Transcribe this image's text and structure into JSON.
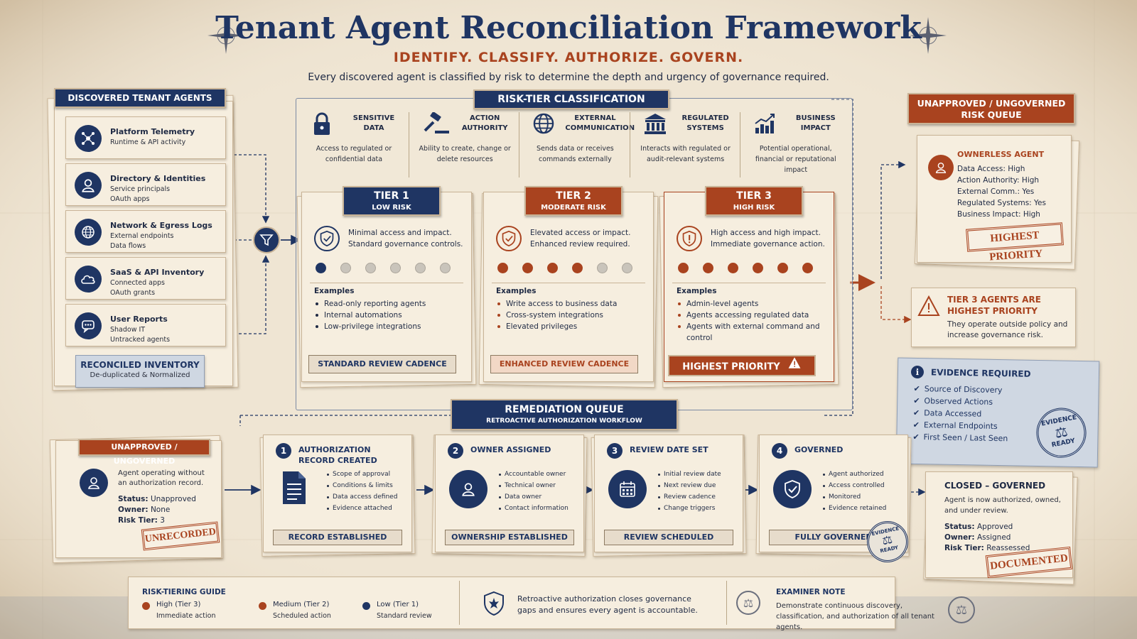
{
  "header": {
    "title": "Tenant Agent Reconciliation Framework",
    "subtitle": "IDENTIFY. CLASSIFY. AUTHORIZE. GOVERN.",
    "description": "Every discovered agent is classified by risk to determine the depth and urgency of governance required."
  },
  "discovered": {
    "header": "DISCOVERED TENANT AGENTS",
    "sources": [
      {
        "title": "Platform Telemetry",
        "lines": [
          "Runtime & API activity"
        ],
        "icon": "network-nodes-icon"
      },
      {
        "title": "Directory & Identities",
        "lines": [
          "Service principals",
          "OAuth apps"
        ],
        "icon": "person-icon"
      },
      {
        "title": "Network & Egress Logs",
        "lines": [
          "External endpoints",
          "Data flows"
        ],
        "icon": "globe-icon"
      },
      {
        "title": "SaaS & API Inventory",
        "lines": [
          "Connected apps",
          "OAuth grants"
        ],
        "icon": "cloud-icon"
      },
      {
        "title": "User Reports",
        "lines": [
          "Shadow IT",
          "Untracked agents"
        ],
        "icon": "chat-icon"
      }
    ],
    "inventory_title": "RECONCILED INVENTORY",
    "inventory_sub": "De-duplicated & Normalized"
  },
  "classification": {
    "header": "RISK-TIER CLASSIFICATION",
    "categories": [
      {
        "title": "SENSITIVE DATA",
        "desc": "Access to regulated or confidential data",
        "icon": "lock-icon"
      },
      {
        "title": "ACTION AUTHORITY",
        "desc": "Ability to create, change or delete resources",
        "icon": "gavel-icon"
      },
      {
        "title": "EXTERNAL COMMUNICATION",
        "desc": "Sends data or receives commands externally",
        "icon": "globe-icon"
      },
      {
        "title": "REGULATED SYSTEMS",
        "desc": "Interacts with regulated or audit-relevant systems",
        "icon": "building-icon"
      },
      {
        "title": "BUSINESS IMPACT",
        "desc": "Potential operational, financial or reputational impact",
        "icon": "chart-icon"
      }
    ]
  },
  "tiers": [
    {
      "name": "TIER 1",
      "level": "LOW RISK",
      "desc": "Minimal access and impact. Standard governance controls.",
      "dots_filled": 1,
      "dots_total": 6,
      "examples_label": "Examples",
      "examples": [
        "Read-only reporting agents",
        "Internal automations",
        "Low-privilege integrations"
      ],
      "cadence": "STANDARD REVIEW CADENCE",
      "color": "#1f3563"
    },
    {
      "name": "TIER 2",
      "level": "MODERATE RISK",
      "desc": "Elevated access or impact. Enhanced review required.",
      "dots_filled": 4,
      "dots_total": 6,
      "examples_label": "Examples",
      "examples": [
        "Write access to business data",
        "Cross-system integrations",
        "Elevated privileges"
      ],
      "cadence": "ENHANCED REVIEW CADENCE",
      "color": "#a9431f"
    },
    {
      "name": "TIER 3",
      "level": "HIGH RISK",
      "desc": "High access and high impact. Immediate governance action.",
      "dots_filled": 6,
      "dots_total": 6,
      "examples_label": "Examples",
      "examples": [
        "Admin-level agents",
        "Agents accessing regulated data",
        "Agents with external command and control"
      ],
      "cadence": "HIGHEST PRIORITY",
      "color": "#a9431f"
    }
  ],
  "risk_queue": {
    "header": "UNAPPROVED / UNGOVERNED RISK QUEUE",
    "card_title": "OWNERLESS AGENT",
    "fields": [
      "Data Access: High",
      "Action Authority: High",
      "External Comm.: Yes",
      "Regulated Systems: Yes",
      "Business Impact: High"
    ],
    "stamp": "HIGHEST PRIORITY",
    "warning_title": "TIER 3 AGENTS ARE HIGHEST PRIORITY",
    "warning_text": "They operate outside policy and increase governance risk."
  },
  "evidence": {
    "title": "EVIDENCE REQUIRED",
    "items": [
      "Source of Discovery",
      "Observed Actions",
      "Data Accessed",
      "External Endpoints",
      "First Seen / Last Seen"
    ],
    "seal_top": "EVIDENCE",
    "seal_bottom": "READY"
  },
  "remediation": {
    "header": "REMEDIATION QUEUE",
    "sub": "RETROACTIVE AUTHORIZATION WORKFLOW",
    "unapproved": {
      "header": "UNAPPROVED / UNGOVERNED",
      "desc": "Agent operating without an authorization record.",
      "status_label": "Status:",
      "status": "Unapproved",
      "owner_label": "Owner:",
      "owner": "None",
      "tier_label": "Risk Tier:",
      "tier": "3",
      "stamp": "UNRECORDED"
    },
    "steps": [
      {
        "num": "1",
        "title": "AUTHORIZATION RECORD CREATED",
        "items": [
          "Scope of approval",
          "Conditions & limits",
          "Data access defined",
          "Evidence attached"
        ],
        "footer": "RECORD ESTABLISHED",
        "icon": "document-icon"
      },
      {
        "num": "2",
        "title": "OWNER ASSIGNED",
        "items": [
          "Accountable owner",
          "Technical owner",
          "Data owner",
          "Contact information"
        ],
        "footer": "OWNERSHIP ESTABLISHED",
        "icon": "person-icon"
      },
      {
        "num": "3",
        "title": "REVIEW DATE SET",
        "items": [
          "Initial review date",
          "Next review due",
          "Review cadence",
          "Change triggers"
        ],
        "footer": "REVIEW SCHEDULED",
        "icon": "calendar-icon"
      },
      {
        "num": "4",
        "title": "GOVERNED",
        "items": [
          "Agent authorized",
          "Access controlled",
          "Monitored",
          "Evidence retained"
        ],
        "footer": "FULLY GOVERNED",
        "icon": "shield-check-icon"
      }
    ],
    "closed": {
      "title": "CLOSED – GOVERNED",
      "desc": "Agent is now authorized, owned, and under review.",
      "status_label": "Status:",
      "status": "Approved",
      "owner_label": "Owner:",
      "owner": "Assigned",
      "tier_label": "Risk Tier:",
      "tier": "Reassessed",
      "stamp": "DOCUMENTED"
    }
  },
  "footer": {
    "guide_title": "RISK-TIERING GUIDE",
    "guide": [
      {
        "label": "High (Tier 3)",
        "sub": "Immediate action",
        "color": "#a9431f"
      },
      {
        "label": "Medium (Tier 2)",
        "sub": "Scheduled action",
        "color": "#a9431f"
      },
      {
        "label": "Low (Tier 1)",
        "sub": "Standard review",
        "color": "#1f3563"
      }
    ],
    "middle_text": "Retroactive authorization closes governance gaps and ensures every agent is accountable.",
    "note_title": "EXAMINER NOTE",
    "note_text": "Demonstrate continuous discovery, classification, and authorization of all tenant agents."
  },
  "colors": {
    "navy": "#1f3563",
    "rust": "#a9431f",
    "paper": "#f6eedf"
  }
}
